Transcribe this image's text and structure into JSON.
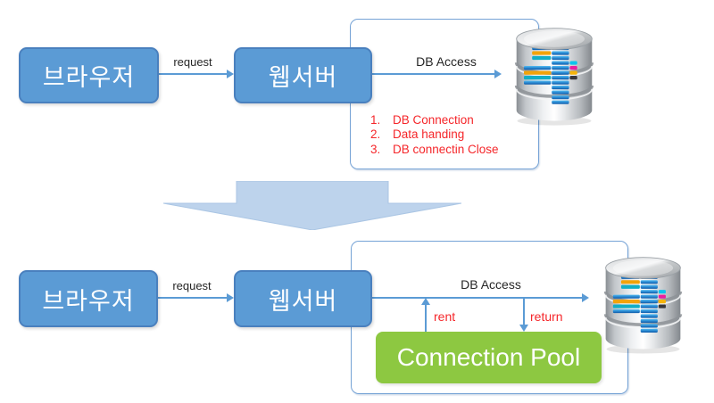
{
  "colors": {
    "box_fill": "#5B9BD5",
    "box_border": "#4A80BE",
    "arrow": "#5B9BD5",
    "bracket": "#76A3D6",
    "big_arrow_fill": "#BDD3EC",
    "big_arrow_edge": "#ABC6E4",
    "pool_fill": "#8DC841",
    "red": "#F5262A",
    "ink": "#262626"
  },
  "top_flow": {
    "browser": "브라우저",
    "request": "request",
    "webserver": "웹서버",
    "db_access": "DB Access",
    "steps": [
      {
        "num": "1.",
        "text": "DB Connection"
      },
      {
        "num": "2.",
        "text": "Data handing"
      },
      {
        "num": "3.",
        "text": "DB connectin Close"
      }
    ]
  },
  "bottom_flow": {
    "browser": "브라우저",
    "request": "request",
    "webserver": "웹서버",
    "db_access": "DB Access",
    "rent": "rent",
    "return": "return",
    "pool": "Connection Pool"
  },
  "icons": {
    "database": {
      "name": "database-icon",
      "silver": "#C9CDD1",
      "disk_blue": "#2B8AD2",
      "disk_cyan": "#0CC4EE",
      "disk_magenta": "#EA1F9F",
      "disk_amber": "#F6B40B",
      "disk_orange": "#F2A30A",
      "disk_teal": "#12AEC6",
      "disk_dark": "#38373C"
    }
  }
}
